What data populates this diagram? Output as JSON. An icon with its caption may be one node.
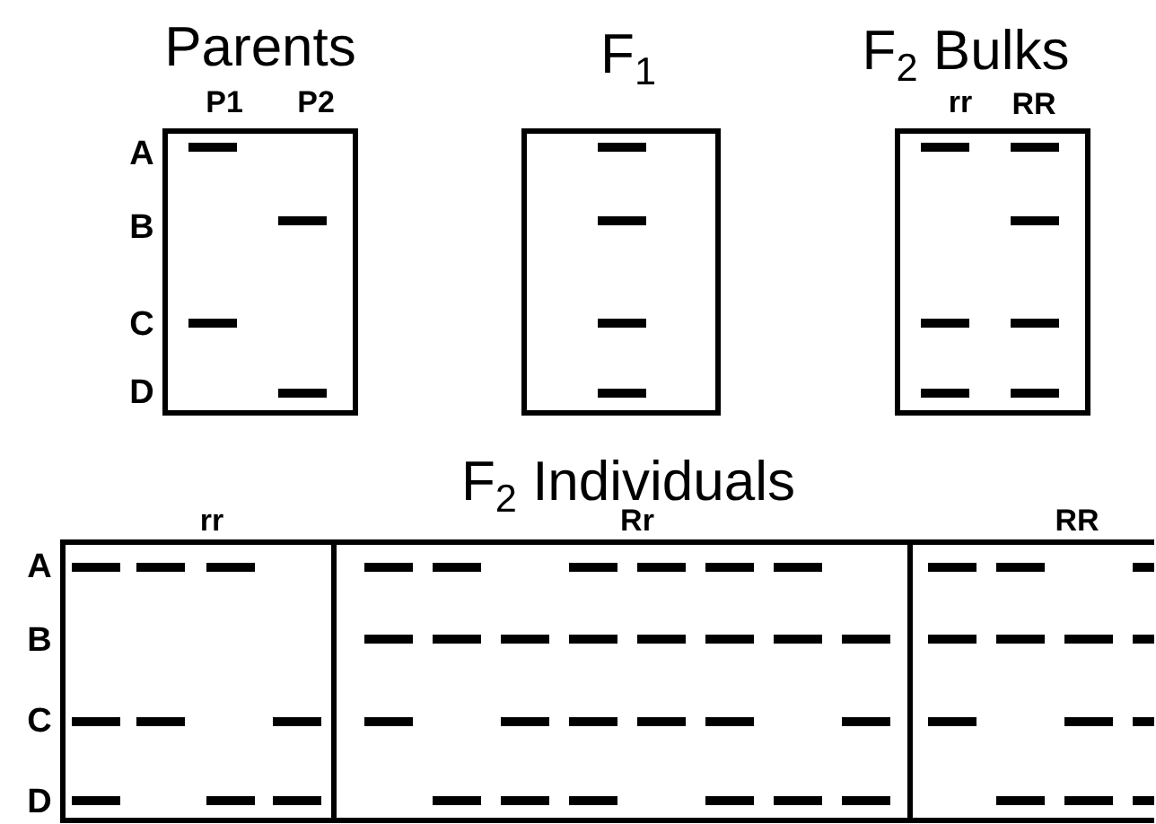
{
  "diagram": {
    "labels": [
      "Parents",
      "P1",
      "P2",
      "A",
      "B",
      "C",
      "D",
      "F$_{1}$",
      "F$_{2}$ Bulks",
      "rr",
      "RR",
      "F$_{2}$ Individuals",
      "rr",
      "Rr",
      "RR",
      "A",
      "B",
      "C",
      "D"
    ]
  }
}
